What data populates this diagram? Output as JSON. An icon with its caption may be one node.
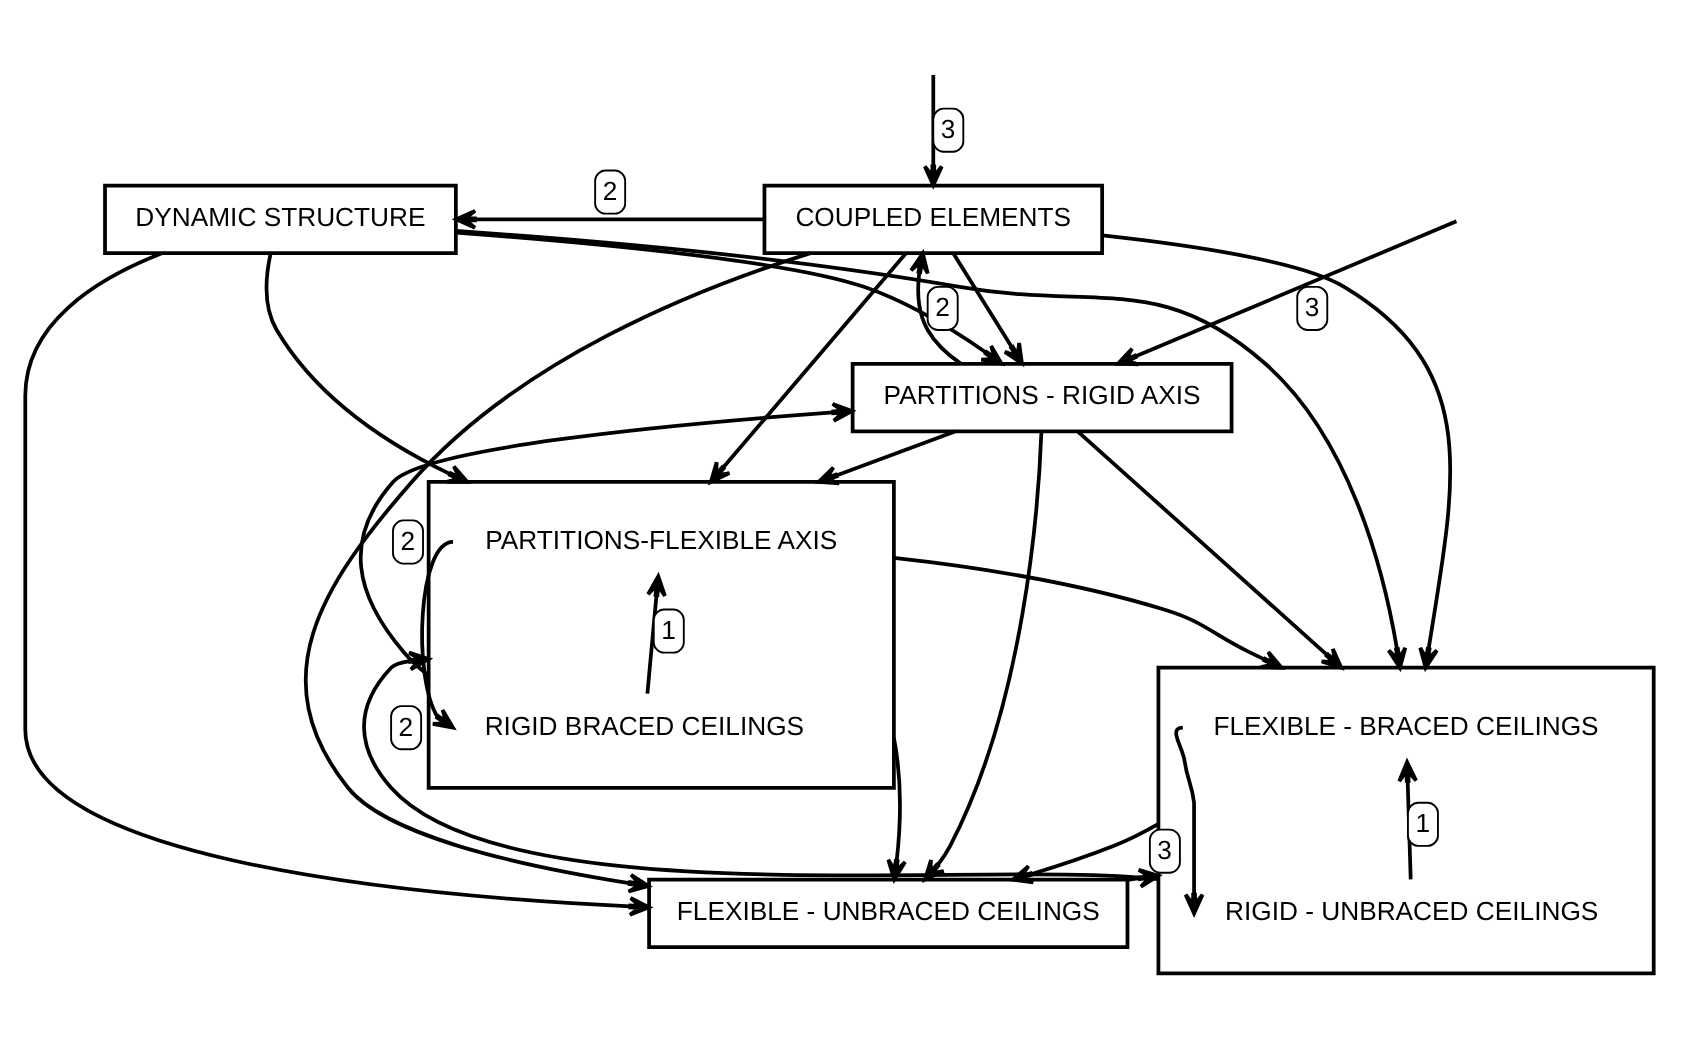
{
  "diagram": {
    "nodes": [
      {
        "text": [
          "DYNAMIC STRUCTURE"
        ]
      },
      {
        "text": [
          "COUPLED ELEMENTS"
        ]
      },
      {
        "text": [
          "PARTITIONS - RIGID AXIS"
        ]
      },
      {
        "text": [],
        "shape": "box"
      },
      {
        "text": [
          "PARTITIONS-FLEXIBLE AXIS"
        ],
        "in": 3
      },
      {
        "text": [
          "RIGID BRACED CEILINGS"
        ],
        "in": 3
      },
      {
        "text": [],
        "shape": "box"
      },
      {
        "text": [
          "FLEXIBLE - BRACED CEILINGS"
        ],
        "in": 6
      },
      {
        "text": [
          "RIGID - UNBRACED CEILINGS"
        ],
        "in": 6
      },
      {
        "text": [
          "FLEXIBLE - UNBRACED CEILINGS"
        ]
      }
    ],
    "edges": [
      {
        "from": 0,
        "to": 2,
        "arrow": "to"
      },
      {
        "from": 0,
        "to": 3,
        "arrow": "to"
      },
      {
        "from": 0,
        "to": 6,
        "arrow": "to"
      },
      {
        "from": 0,
        "to": 9,
        "arrow": "to"
      },
      {
        "from": 1,
        "to": 2,
        "arrow": "to"
      },
      {
        "from": 1,
        "to": 3,
        "arrow": "to"
      },
      {
        "from": 1,
        "to": 6,
        "arrow": "to"
      },
      {
        "from": 1,
        "to": 9,
        "arrow": "to"
      },
      {
        "from": 2,
        "to": 3,
        "arrow": "to"
      },
      {
        "from": 2,
        "to": 6,
        "arrow": "to"
      },
      {
        "from": 2,
        "to": 9,
        "arrow": "to"
      },
      {
        "from": 3,
        "to": 6,
        "arrow": "to"
      },
      {
        "from": 3,
        "to": 9,
        "arrow": "to"
      },
      {
        "from": 6,
        "to": 9,
        "arrow": "to"
      },
      {
        "from": 4,
        "to": 5,
        "arrow": "to"
      },
      {
        "from": 7,
        "to": 8,
        "arrow": "to"
      },
      {
        "from": 1,
        "to": 0,
        "arrow": "to",
        "label": "2"
      },
      {
        "from": 2,
        "to": 1,
        "arrow": "to",
        "label": "2"
      },
      {
        "from": null,
        "to": 1,
        "arrow": "to",
        "label": "3"
      },
      {
        "from": 3,
        "to": 2,
        "arrow": "to",
        "label": "2"
      },
      {
        "from": null,
        "to": 2,
        "arrow": "to",
        "label": "3"
      },
      {
        "from": 5,
        "to": 4,
        "arrow": "to",
        "label": "1"
      },
      {
        "from": 6,
        "to": 3,
        "arrow": "to",
        "label": "2"
      },
      {
        "from": 8,
        "to": 7,
        "arrow": "to",
        "label": "1"
      },
      {
        "from": 9,
        "to": 6,
        "arrow": "to",
        "label": "3"
      }
    ]
  }
}
